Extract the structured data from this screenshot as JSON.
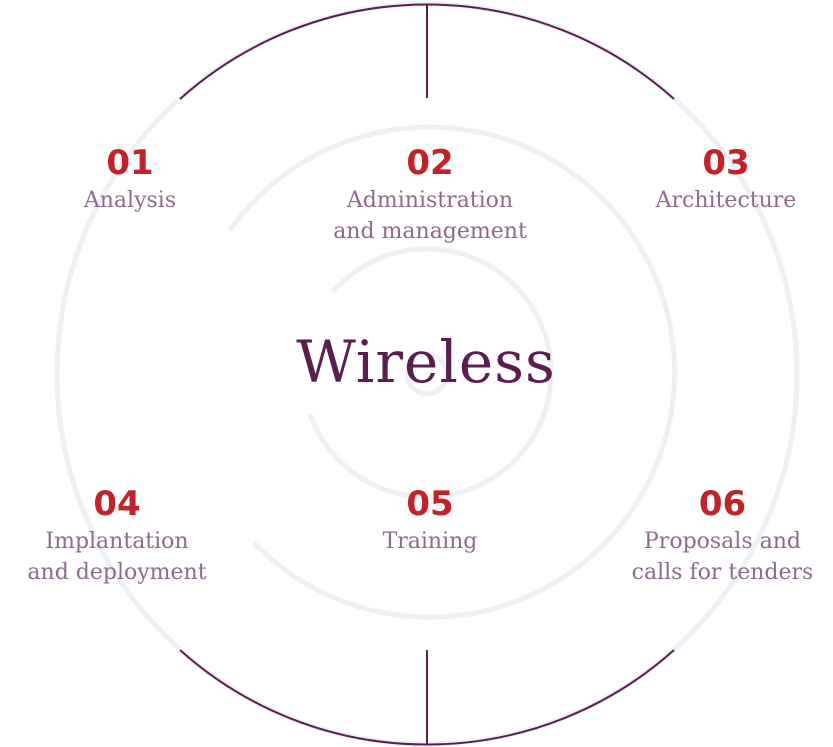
{
  "center": {
    "title": "Wireless"
  },
  "items": [
    {
      "number": "01",
      "label_lines": [
        "Analysis"
      ]
    },
    {
      "number": "02",
      "label_lines": [
        "Administration",
        "and management"
      ]
    },
    {
      "number": "03",
      "label_lines": [
        "Architecture"
      ]
    },
    {
      "number": "04",
      "label_lines": [
        "Implantation",
        "and deployment"
      ]
    },
    {
      "number": "05",
      "label_lines": [
        "Training"
      ]
    },
    {
      "number": "06",
      "label_lines": [
        "Proposals and",
        "calls for tenders"
      ]
    }
  ],
  "colors": {
    "primary": "#5a1f4f",
    "accent_numbers": "#c0242a",
    "label_text": "#8e6b8c",
    "rings": "#eef0f5"
  }
}
